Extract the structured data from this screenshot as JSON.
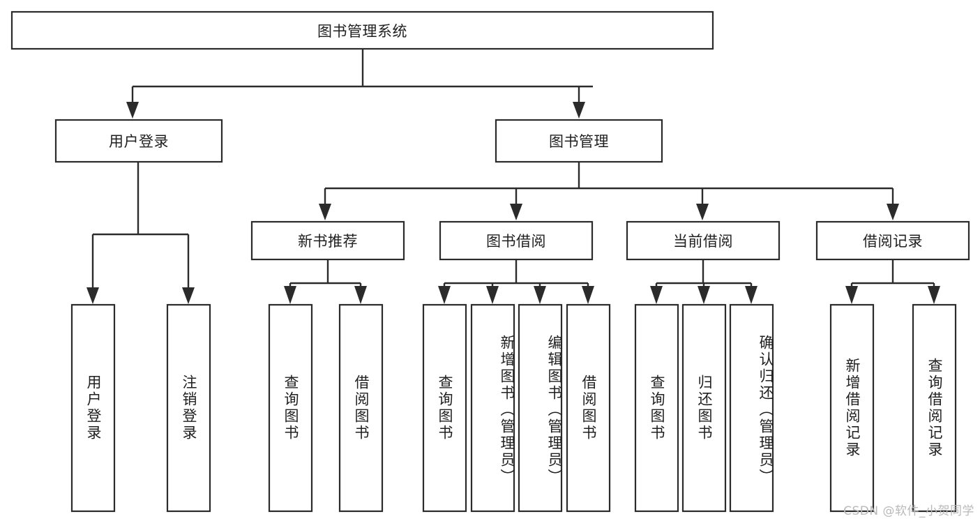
{
  "diagram": {
    "type": "tree-hierarchy-functional-decomposition",
    "title": "图书管理系统",
    "watermark": "CSDN @软件_小贺同学",
    "colors": {
      "stroke": "#2b2b2b",
      "box_fill": "#ffffff",
      "text": "#1f1f1f",
      "watermark": "#b9b9b9",
      "background": "#ffffff"
    },
    "levels": [
      {
        "level": 1,
        "nodes": [
          {
            "id": "root",
            "label": "图书管理系统",
            "orientation": "horizontal"
          }
        ]
      },
      {
        "level": 2,
        "nodes": [
          {
            "id": "user-login",
            "label": "用户登录",
            "orientation": "horizontal",
            "parent": "root"
          },
          {
            "id": "book-manage",
            "label": "图书管理",
            "orientation": "horizontal",
            "parent": "root"
          }
        ]
      },
      {
        "level": 3,
        "nodes": [
          {
            "id": "new-book-rec",
            "label": "新书推荐",
            "orientation": "horizontal",
            "parent": "book-manage"
          },
          {
            "id": "book-borrow",
            "label": "图书借阅",
            "orientation": "horizontal",
            "parent": "book-manage"
          },
          {
            "id": "current-borrow",
            "label": "当前借阅",
            "orientation": "horizontal",
            "parent": "book-manage"
          },
          {
            "id": "borrow-record",
            "label": "借阅记录",
            "orientation": "horizontal",
            "parent": "book-manage"
          }
        ]
      },
      {
        "level": 4,
        "nodes": [
          {
            "id": "leaf-user-login",
            "label": "用户登录",
            "orientation": "vertical",
            "parent": "user-login"
          },
          {
            "id": "leaf-user-logout",
            "label": "注销登录",
            "orientation": "vertical",
            "parent": "user-login"
          },
          {
            "id": "leaf-query-book-1",
            "label": "查询图书",
            "orientation": "vertical",
            "parent": "new-book-rec"
          },
          {
            "id": "leaf-borrow-book-1",
            "label": "借阅图书",
            "orientation": "vertical",
            "parent": "new-book-rec"
          },
          {
            "id": "leaf-query-book-2",
            "label": "查询图书",
            "orientation": "vertical",
            "parent": "book-borrow"
          },
          {
            "id": "leaf-add-book",
            "label": "新增图书（管理员）",
            "orientation": "vertical",
            "parent": "book-borrow"
          },
          {
            "id": "leaf-edit-book",
            "label": "编辑图书（管理员）",
            "orientation": "vertical",
            "parent": "book-borrow"
          },
          {
            "id": "leaf-borrow-book-2",
            "label": "借阅图书",
            "orientation": "vertical",
            "parent": "book-borrow"
          },
          {
            "id": "leaf-query-book-3",
            "label": "查询图书",
            "orientation": "vertical",
            "parent": "current-borrow"
          },
          {
            "id": "leaf-return-book",
            "label": "归还图书",
            "orientation": "vertical",
            "parent": "current-borrow"
          },
          {
            "id": "leaf-confirm-return",
            "label": "确认归还（管理员）",
            "orientation": "vertical",
            "parent": "current-borrow"
          },
          {
            "id": "leaf-add-record",
            "label": "新增借阅记录",
            "orientation": "vertical",
            "parent": "borrow-record"
          },
          {
            "id": "leaf-query-record",
            "label": "查询借阅记录",
            "orientation": "vertical",
            "parent": "borrow-record"
          }
        ]
      }
    ]
  }
}
